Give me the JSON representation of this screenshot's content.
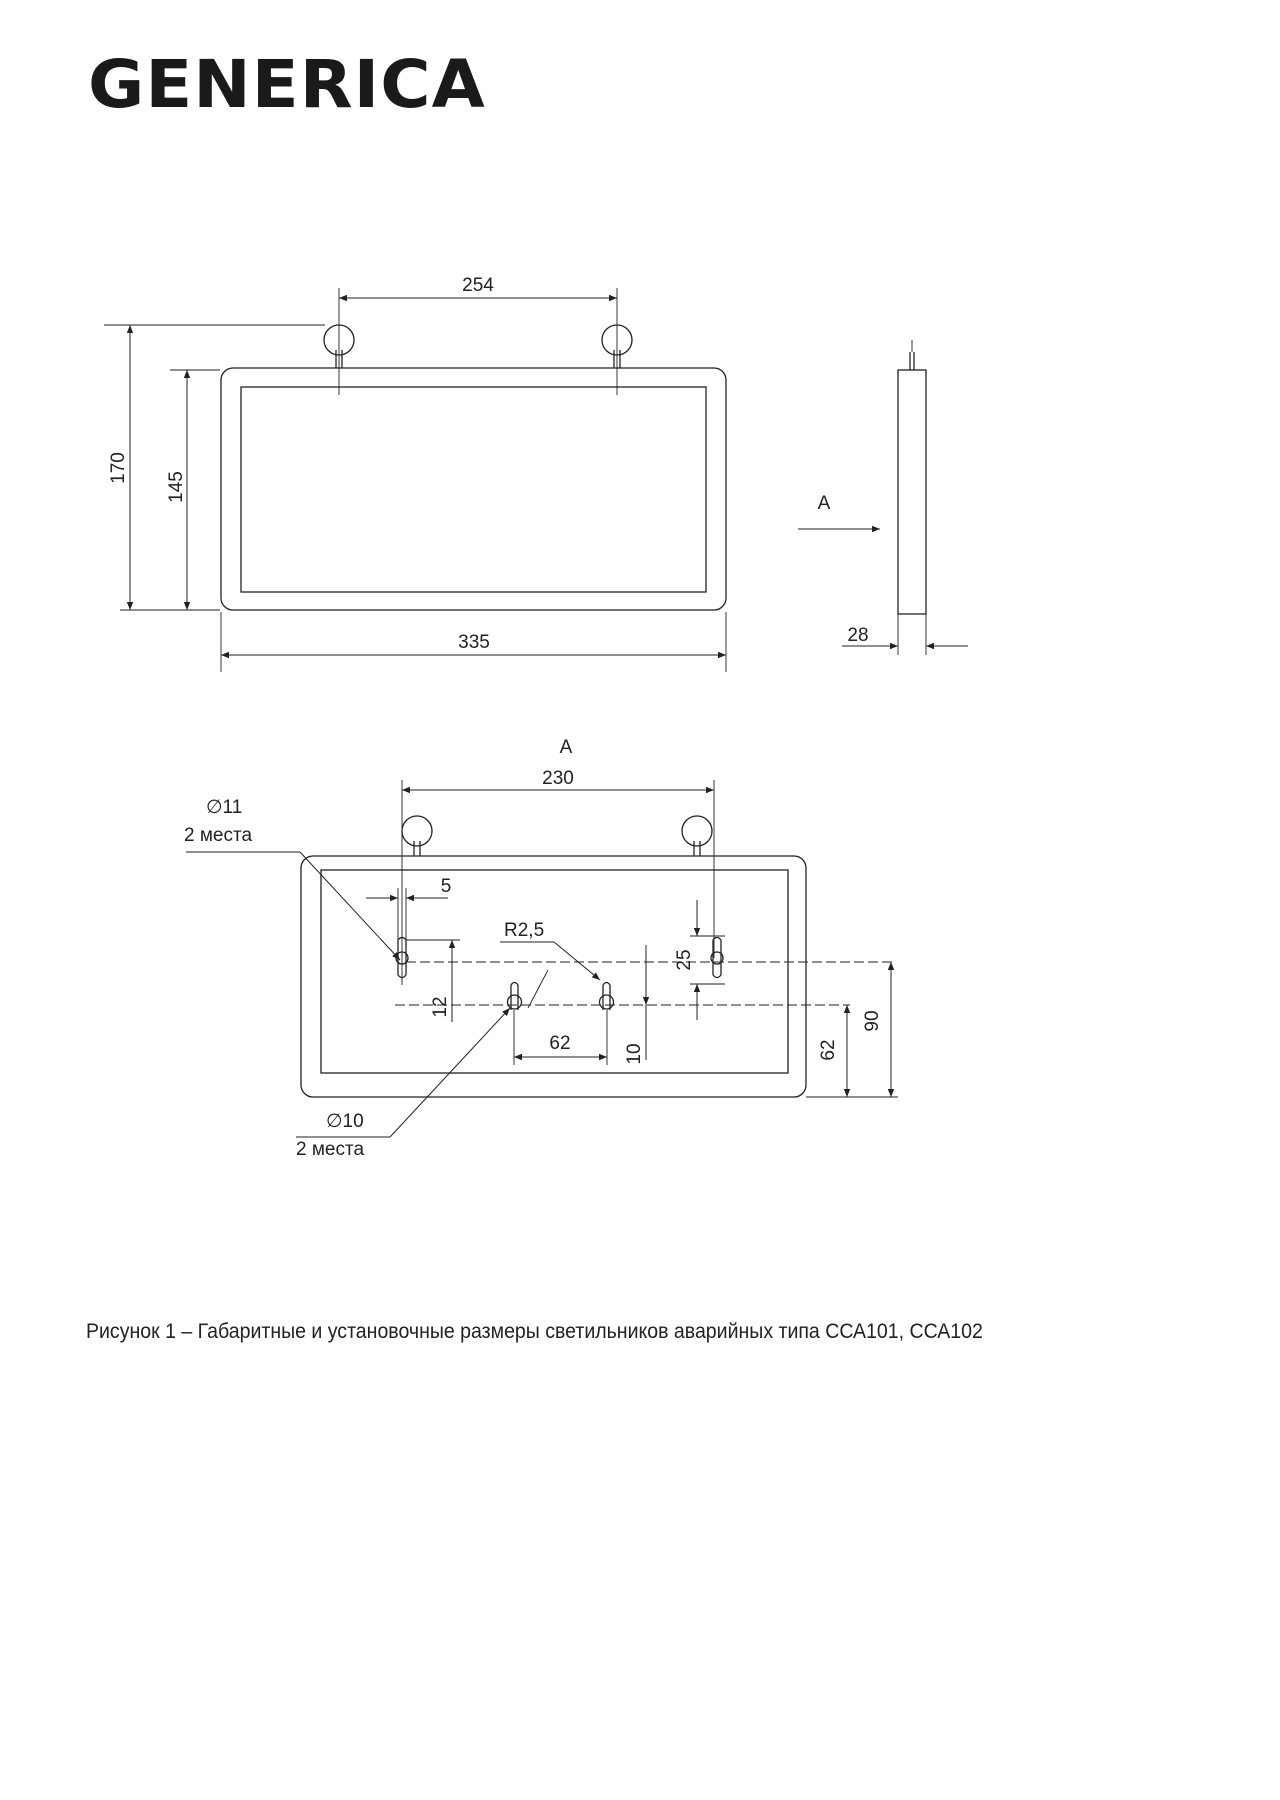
{
  "brand": {
    "logo_text": "GENERICA"
  },
  "front_view": {
    "dim_hooks": "254",
    "dim_total_height": "170",
    "dim_body_height": "145",
    "dim_width": "335"
  },
  "side_view": {
    "view_label": "A",
    "dim_depth": "28"
  },
  "rear_view": {
    "title": "A",
    "dim_hooks": "230",
    "hole_big_dia": "∅11",
    "hole_big_count": "2 места",
    "dim_slot_width": "5",
    "radius": "R2,5",
    "dim_slot_length": "25",
    "dim_offset_12": "12",
    "dim_spacing": "62",
    "dim_offset_10": "10",
    "dim_height_62": "62",
    "dim_height_90": "90",
    "hole_small_dia": "∅10",
    "hole_small_count": "2 места"
  },
  "caption": "Рисунок 1 – Габаритные и установочные размеры светильников аварийных типа  ССА101, ССА102"
}
